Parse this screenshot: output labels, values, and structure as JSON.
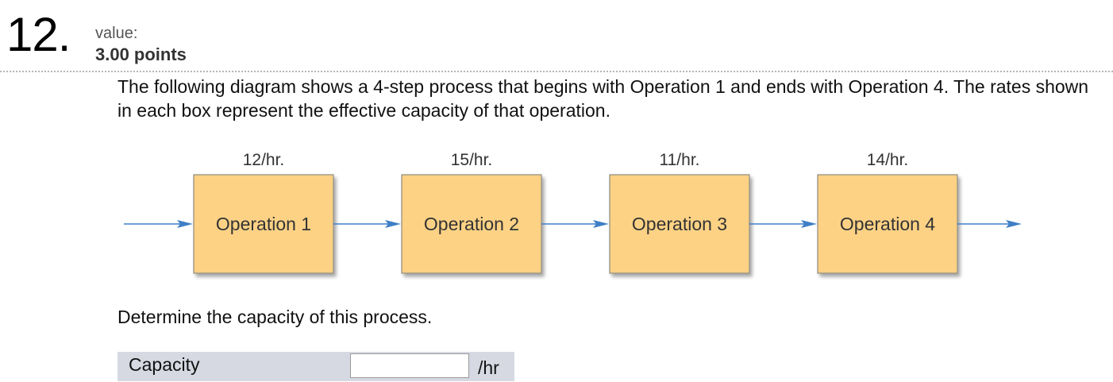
{
  "question": {
    "number": "12.",
    "value_label": "value:",
    "points": "3.00 points",
    "text": "The following diagram shows a 4-step process that begins with Operation 1 and ends with Operation 4. The rates shown in each box represent the effective capacity of that operation.",
    "prompt": "Determine the capacity of this process."
  },
  "diagram": {
    "operations": [
      {
        "label": "Operation 1",
        "rate": "12/hr."
      },
      {
        "label": "Operation 2",
        "rate": "15/hr."
      },
      {
        "label": "Operation 3",
        "rate": "11/hr."
      },
      {
        "label": "Operation 4",
        "rate": "14/hr."
      }
    ],
    "colors": {
      "box_fill": "#fdd285",
      "box_border": "#8e8a80",
      "arrow": "#3f7fc5",
      "shadow": "#c8c8c8"
    }
  },
  "answer": {
    "label": "Capacity",
    "value": "",
    "placeholder": "",
    "unit": "/hr",
    "row_color": "#d6d9e2"
  }
}
